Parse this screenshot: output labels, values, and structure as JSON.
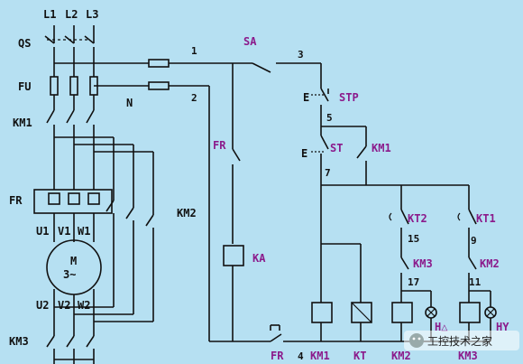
{
  "phases": [
    "L1",
    "L2",
    "L3"
  ],
  "labels": {
    "qs": "QS",
    "fu": "FU",
    "km1_main": "KM1",
    "fr_main": "FR",
    "km2_main": "KM2",
    "km3_main": "KM3",
    "u1": "U1",
    "v1": "V1",
    "w1": "W1",
    "u2": "U2",
    "v2": "V2",
    "w2": "W2",
    "motor_m": "M",
    "motor_3": "3~",
    "n": "N",
    "sa": "SA",
    "stp": "STP",
    "st": "ST",
    "km1_aux": "KM1",
    "fr_aux": "FR",
    "ka": "KA",
    "kt2": "KT2",
    "kt1": "KT1",
    "km3_aux": "KM3",
    "km2_aux": "KM2",
    "coil_km1": "KM1",
    "coil_kt": "KT",
    "coil_km2": "KM2",
    "coil_km3": "KM3",
    "lamp_d": "H△",
    "lamp_y": "HY",
    "e1": "E",
    "e2": "E"
  },
  "nodes": {
    "n1": "1",
    "n2": "2",
    "n3": "3",
    "n4": "4",
    "n5": "5",
    "n7": "7",
    "n9": "9",
    "n11": "11",
    "n15": "15",
    "n17": "17"
  },
  "watermark": {
    "text": "工控技术之家"
  },
  "colors": {
    "background": "#b6e0f2",
    "ink": "#111111",
    "accent": "#8b1a8b"
  }
}
